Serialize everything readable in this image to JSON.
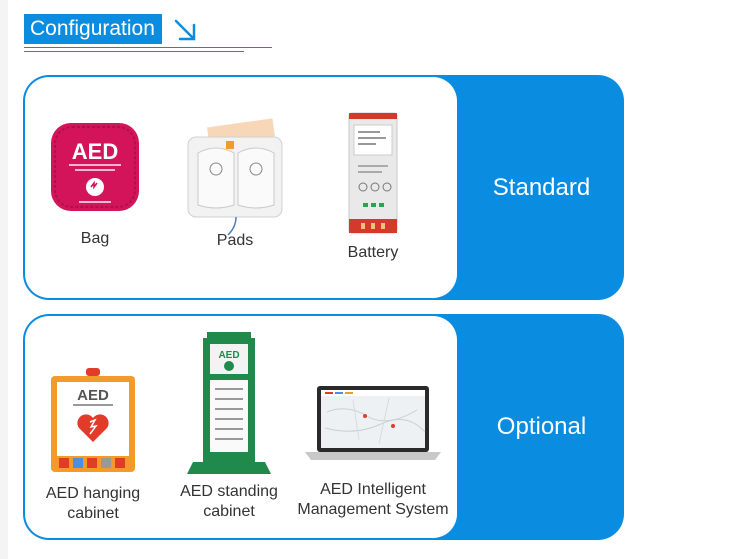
{
  "header": {
    "title": "Configuration"
  },
  "standard": {
    "label": "Standard",
    "items": [
      {
        "name": "Bag",
        "icon": "aed-bag-icon",
        "print": "AED"
      },
      {
        "name": "Pads",
        "icon": "pads-icon"
      },
      {
        "name": "Battery",
        "icon": "battery-icon"
      }
    ]
  },
  "optional": {
    "label": "Optional",
    "items": [
      {
        "line1": "AED hanging",
        "line2": "cabinet",
        "icon": "hanging-cabinet-icon",
        "print": "AED"
      },
      {
        "line1": "AED standing",
        "line2": "cabinet",
        "icon": "standing-cabinet-icon",
        "print": "AED"
      },
      {
        "line1": "AED Intelligent",
        "line2": "Management System",
        "icon": "laptop-icon"
      }
    ]
  },
  "colors": {
    "accent": "#0a8de0",
    "bag": "#d4145a",
    "cabinet_green": "#1f8a4c",
    "cabinet_orange": "#f39a2b"
  }
}
